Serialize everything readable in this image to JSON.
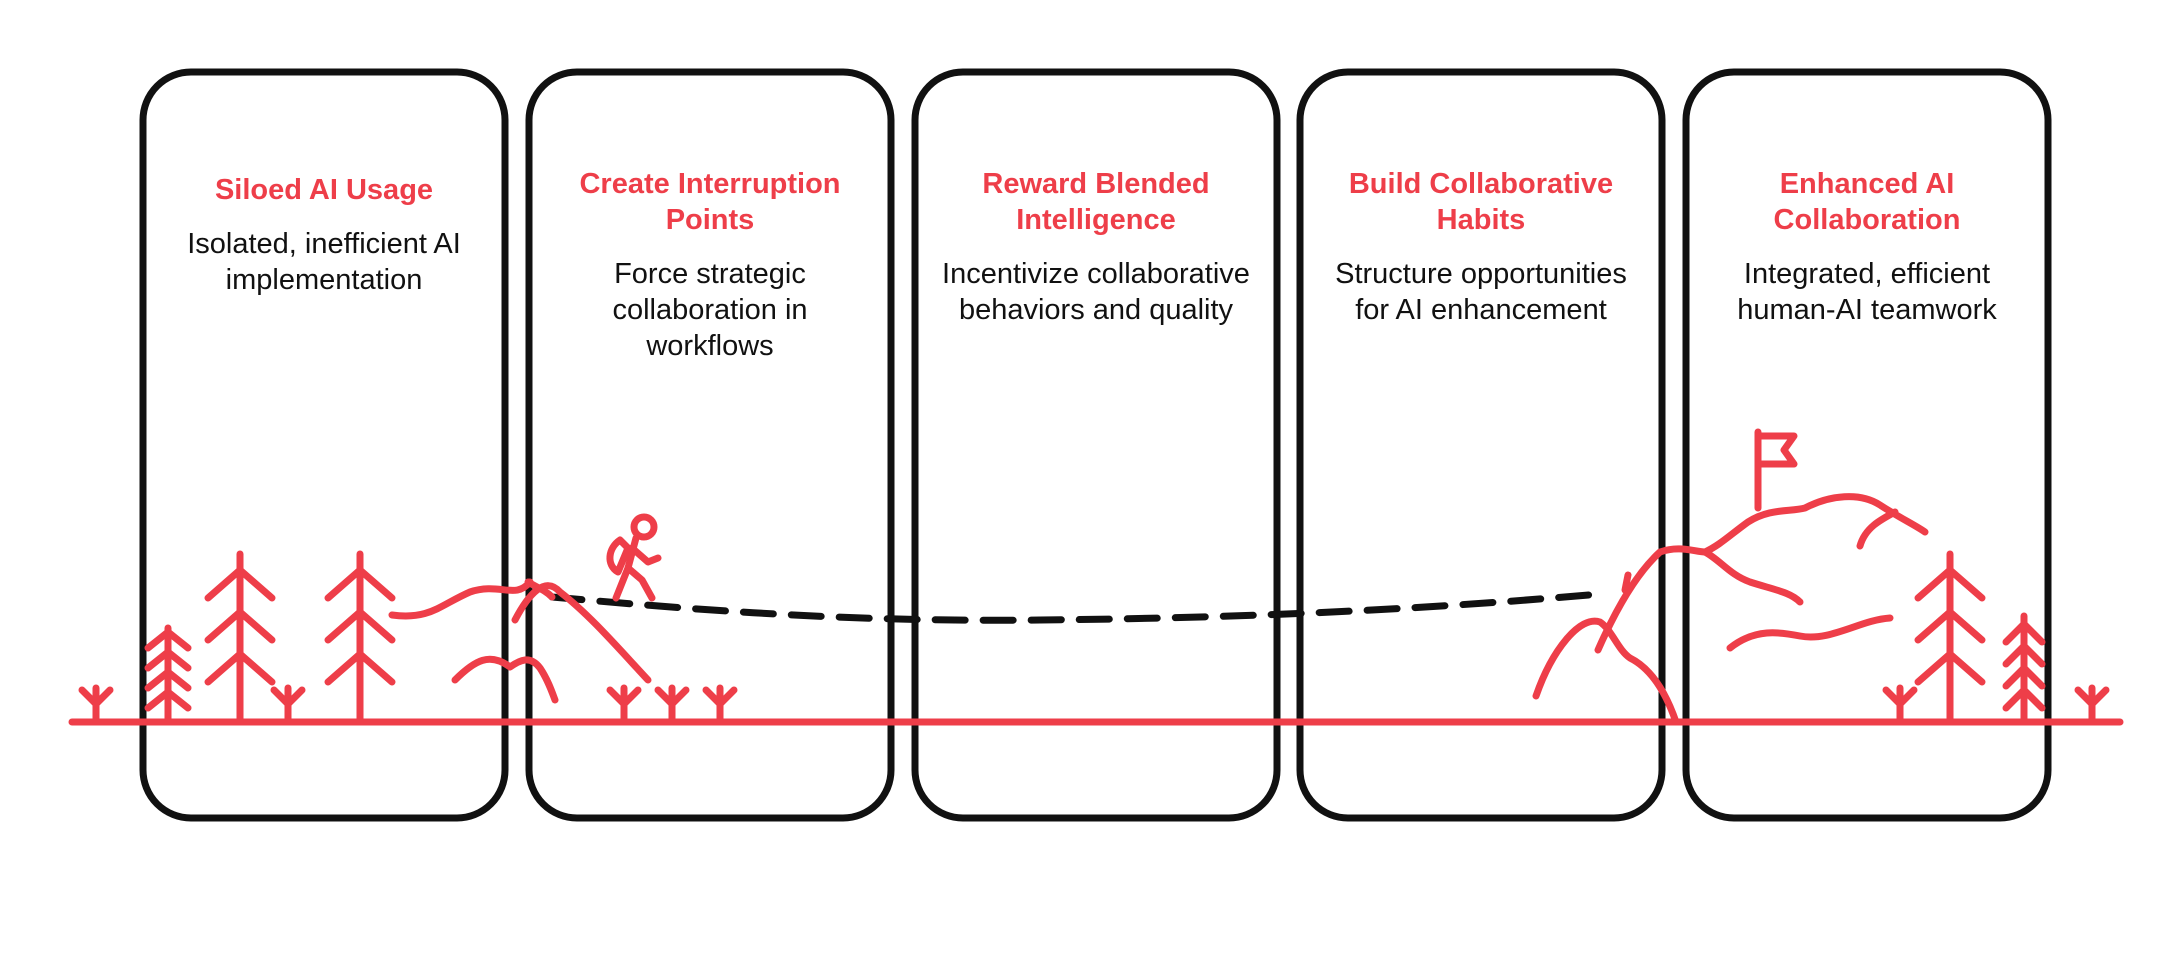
{
  "diagram": {
    "accent_color": "#ee3e49",
    "outline_color": "#111111",
    "stages": [
      {
        "title": "Siloed AI Usage",
        "description": "Isolated, inefficient AI implementation"
      },
      {
        "title": "Create Interruption Points",
        "description": "Force strategic collaboration in workflows"
      },
      {
        "title": "Reward Blended Intelligence",
        "description": "Incentivize collaborative behaviors and quality"
      },
      {
        "title": "Build Collaborative Habits",
        "description": "Structure opportunities for AI enhancement"
      },
      {
        "title": "Enhanced AI Collaboration",
        "description": "Integrated, efficient human-AI teamwork"
      }
    ],
    "icons": [
      "tree-icon",
      "hill-icon",
      "hiker-icon",
      "mountain-icon",
      "flag-icon",
      "grass-icon"
    ]
  }
}
